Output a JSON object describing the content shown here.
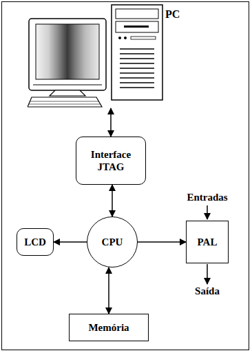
{
  "diagram": {
    "nodes": [
      {
        "text": [
          "PC"
        ]
      },
      {
        "text": [
          "Interface JTAG"
        ]
      },
      {
        "text": [
          "LCD"
        ]
      },
      {
        "text": [
          "CPU"
        ]
      },
      {
        "text": [
          "PAL"
        ]
      },
      {
        "text": [
          "Memória"
        ]
      }
    ],
    "edges": [
      {
        "from": 0,
        "to": 1,
        "arrow": "both"
      },
      {
        "from": 1,
        "to": 3,
        "arrow": "both"
      },
      {
        "from": 3,
        "to": 2,
        "arrow": "to"
      },
      {
        "from": 3,
        "to": 4,
        "arrow": "to"
      },
      {
        "from": 3,
        "to": 5,
        "arrow": "both"
      }
    ],
    "labels": [
      "Entradas",
      "Saída"
    ]
  }
}
